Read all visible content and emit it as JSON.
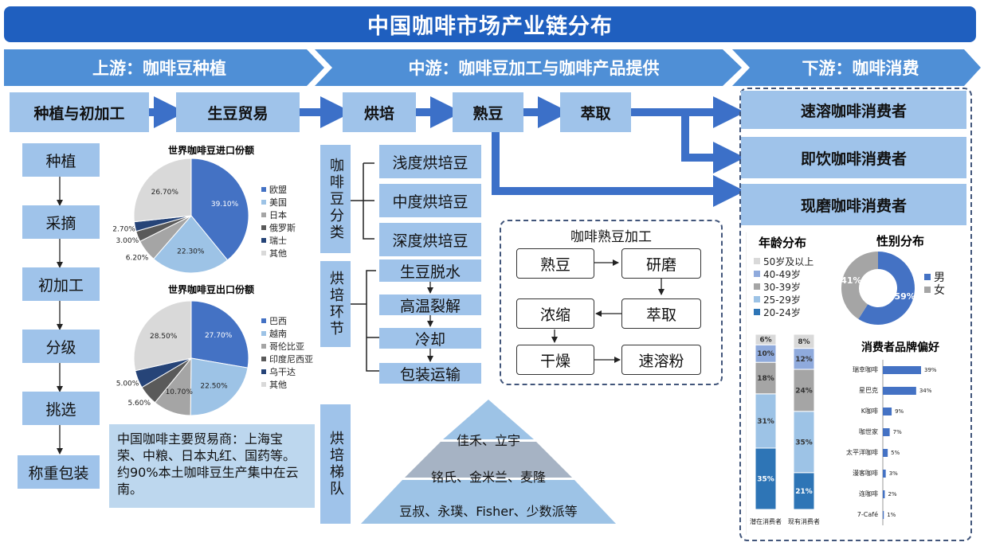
{
  "title": "中国咖啡市场产业链分布",
  "stages": {
    "upstream": "上游：咖啡豆种植",
    "midstream": "中游：咖啡豆加工与咖啡产品提供",
    "downstream": "下游：咖啡消费"
  },
  "flow": [
    "种植与初加工",
    "生豆贸易",
    "烘培",
    "熟豆",
    "萃取"
  ],
  "consumers": [
    "速溶咖啡消费者",
    "即饮咖啡消费者",
    "现磨咖啡消费者"
  ],
  "planting_steps": [
    "种植",
    "采摘",
    "初加工",
    "分级",
    "挑选",
    "称重包装"
  ],
  "import_pie": {
    "title": "世界咖啡豆进口份额",
    "slices": [
      {
        "name": "欧盟",
        "value": 39.1,
        "label": "39.10%",
        "color": "#4472c4"
      },
      {
        "name": "美国",
        "value": 22.3,
        "label": "22.30%",
        "color": "#9dc3e6"
      },
      {
        "name": "日本",
        "value": 6.2,
        "label": "6.20%",
        "color": "#a5a5a5"
      },
      {
        "name": "俄罗斯",
        "value": 3.0,
        "label": "3.00%",
        "color": "#5a5a5a"
      },
      {
        "name": "瑞士",
        "value": 2.7,
        "label": "2.70%",
        "color": "#264478"
      },
      {
        "name": "其他",
        "value": 26.7,
        "label": "26.70%",
        "color": "#d9d9d9"
      }
    ]
  },
  "export_pie": {
    "title": "世界咖啡豆出口份额",
    "slices": [
      {
        "name": "巴西",
        "value": 27.7,
        "label": "27.70%",
        "color": "#4472c4"
      },
      {
        "name": "越南",
        "value": 22.5,
        "label": "22.50%",
        "color": "#9dc3e6"
      },
      {
        "name": "哥伦比亚",
        "value": 10.7,
        "label": "10.70%",
        "color": "#a5a5a5"
      },
      {
        "name": "印度尼西亚",
        "value": 5.6,
        "label": "5.60%",
        "color": "#5a5a5a"
      },
      {
        "name": "乌干达",
        "value": 5.0,
        "label": "5.00%",
        "color": "#264478"
      },
      {
        "name": "其他",
        "value": 28.5,
        "label": "28.50%",
        "color": "#d9d9d9"
      }
    ]
  },
  "trader_note": "中国咖啡主要贸易商：上海宝荣、中粮、日本丸红、国药等。约90%本土咖啡豆生产集中在云南。",
  "bean_class": {
    "label": "咖啡豆分类",
    "items": [
      "浅度烘培豆",
      "中度烘培豆",
      "深度烘培豆"
    ]
  },
  "roast_steps": {
    "label": "烘培环节",
    "items": [
      "生豆脱水",
      "高温裂解",
      "冷却",
      "包装运输"
    ]
  },
  "roast_tier": {
    "label": "烘培梯队",
    "tiers": [
      "佳禾、立宇",
      "铭氏、金米兰、麦隆",
      "豆叔、永璞、Fisher、少数派等"
    ]
  },
  "process": {
    "title": "咖啡熟豆加工",
    "steps": [
      "熟豆",
      "研磨",
      "萃取",
      "浓缩",
      "干燥",
      "速溶粉"
    ]
  },
  "age_chart": {
    "title": "年龄分布",
    "legend": [
      "50岁及以上",
      "40-49岁",
      "30-39岁",
      "25-29岁",
      "20-24岁"
    ],
    "colors": [
      "#4472c4",
      "#9dc3e6",
      "#a5a5a5",
      "#8faadc",
      "#2e75b6"
    ],
    "stack_colors": {
      "20-24": "#2e75b6",
      "25-29": "#9dc3e6",
      "30-39": "#a5a5a5",
      "40-49": "#8faadc",
      "50+": "#d9d9d9"
    },
    "bars": [
      {
        "name": "潜在消费者",
        "segments": [
          {
            "v": 35,
            "label": "35%",
            "key": "20-24"
          },
          {
            "v": 31,
            "label": "31%",
            "key": "25-29"
          },
          {
            "v": 18,
            "label": "18%",
            "key": "30-39"
          },
          {
            "v": 10,
            "label": "10%",
            "key": "40-49"
          },
          {
            "v": 6,
            "label": "6%",
            "key": "50+"
          }
        ]
      },
      {
        "name": "现有消费者",
        "segments": [
          {
            "v": 21,
            "label": "21%",
            "key": "20-24"
          },
          {
            "v": 35,
            "label": "35%",
            "key": "25-29"
          },
          {
            "v": 24,
            "label": "24%",
            "key": "30-39"
          },
          {
            "v": 12,
            "label": "12%",
            "key": "40-49"
          },
          {
            "v": 8,
            "label": "8%",
            "key": "50+"
          }
        ]
      }
    ]
  },
  "gender_chart": {
    "title": "性别分布",
    "slices": [
      {
        "name": "男",
        "value": 59,
        "label": "59%",
        "color": "#4472c4"
      },
      {
        "name": "女",
        "value": 41,
        "label": "41%",
        "color": "#a5a5a5"
      }
    ]
  },
  "brand_chart": {
    "title": "消费者品牌偏好",
    "max": 39,
    "color": "#4472c4",
    "items": [
      {
        "name": "瑞幸咖啡",
        "value": 39,
        "label": "39%"
      },
      {
        "name": "星巴克",
        "value": 34,
        "label": "34%"
      },
      {
        "name": "K咖啡",
        "value": 9,
        "label": "9%"
      },
      {
        "name": "咖世家",
        "value": 7,
        "label": "7%"
      },
      {
        "name": "太平洋咖啡",
        "value": 5,
        "label": "5%"
      },
      {
        "name": "漫客咖啡",
        "value": 3,
        "label": "3%"
      },
      {
        "name": "连咖啡",
        "value": 2,
        "label": "2%"
      },
      {
        "name": "7-Café",
        "value": 1,
        "label": "1%"
      }
    ]
  }
}
